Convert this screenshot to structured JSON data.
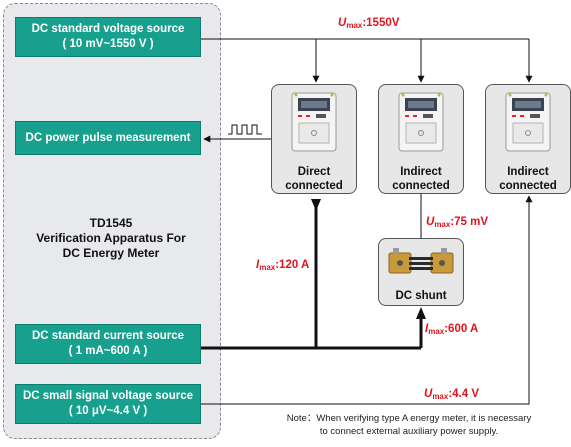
{
  "panel": {
    "voltage_source": {
      "line1": "DC standard voltage source",
      "line2": "( 10 mV~1550 V )"
    },
    "pulse_measurement": {
      "line1": "DC power pulse measurement"
    },
    "apparatus": {
      "line1": "TD1545",
      "line2": "Verification Apparatus For",
      "line3": "DC Energy Meter"
    },
    "current_source": {
      "line1": "DC standard current source",
      "line2": "( 1 mA~600 A )"
    },
    "small_signal_source": {
      "line1": "DC small signal voltage source",
      "line2": "( 10 μV~4.4 V )"
    }
  },
  "meters": [
    {
      "line1": "Direct",
      "line2": "connected"
    },
    {
      "line1": "Indirect",
      "line2": "connected"
    },
    {
      "line1": "Indirect",
      "line2": "connected"
    }
  ],
  "shunt": {
    "label": "DC shunt"
  },
  "annotations": {
    "umax_1550": {
      "symbol": "U",
      "sub": "max",
      "value": ":1550V"
    },
    "umax_75mv": {
      "symbol": "U",
      "sub": "max",
      "value": ":75 mV"
    },
    "imax_120": {
      "symbol": "I",
      "sub": "max",
      "value": ":120 A"
    },
    "imax_600": {
      "symbol": "I",
      "sub": "max",
      "value": ":600 A"
    },
    "umax_44": {
      "symbol": "U",
      "sub": "max",
      "value": ":4.4 V"
    }
  },
  "note": {
    "line1": "Note：When verifying type A energy meter, it is necessary",
    "line2": "to connect external auxiliary power supply."
  },
  "colors": {
    "teal": "#17a08e",
    "red": "#e0141c",
    "panel_bg": "#e8e9ec"
  }
}
